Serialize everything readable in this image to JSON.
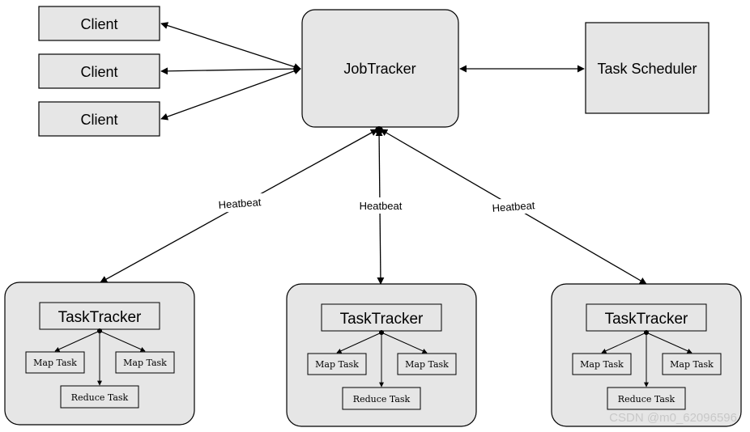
{
  "clients": [
    "Client",
    "Client",
    "Client"
  ],
  "job_tracker": "JobTracker",
  "task_scheduler": "Task Scheduler",
  "heartbeat_labels": [
    "Heatbeat",
    "Heatbeat",
    "Heatbeat"
  ],
  "task_trackers": [
    {
      "title": "TaskTracker",
      "map_tasks": [
        "Map Task",
        "Map Task"
      ],
      "reduce_task": "Reduce Task"
    },
    {
      "title": "TaskTracker",
      "map_tasks": [
        "Map Task",
        "Map Task"
      ],
      "reduce_task": "Reduce Task"
    },
    {
      "title": "TaskTracker",
      "map_tasks": [
        "Map Task",
        "Map Task"
      ],
      "reduce_task": "Reduce Task"
    }
  ],
  "watermark": "CSDN @m0_62096596"
}
